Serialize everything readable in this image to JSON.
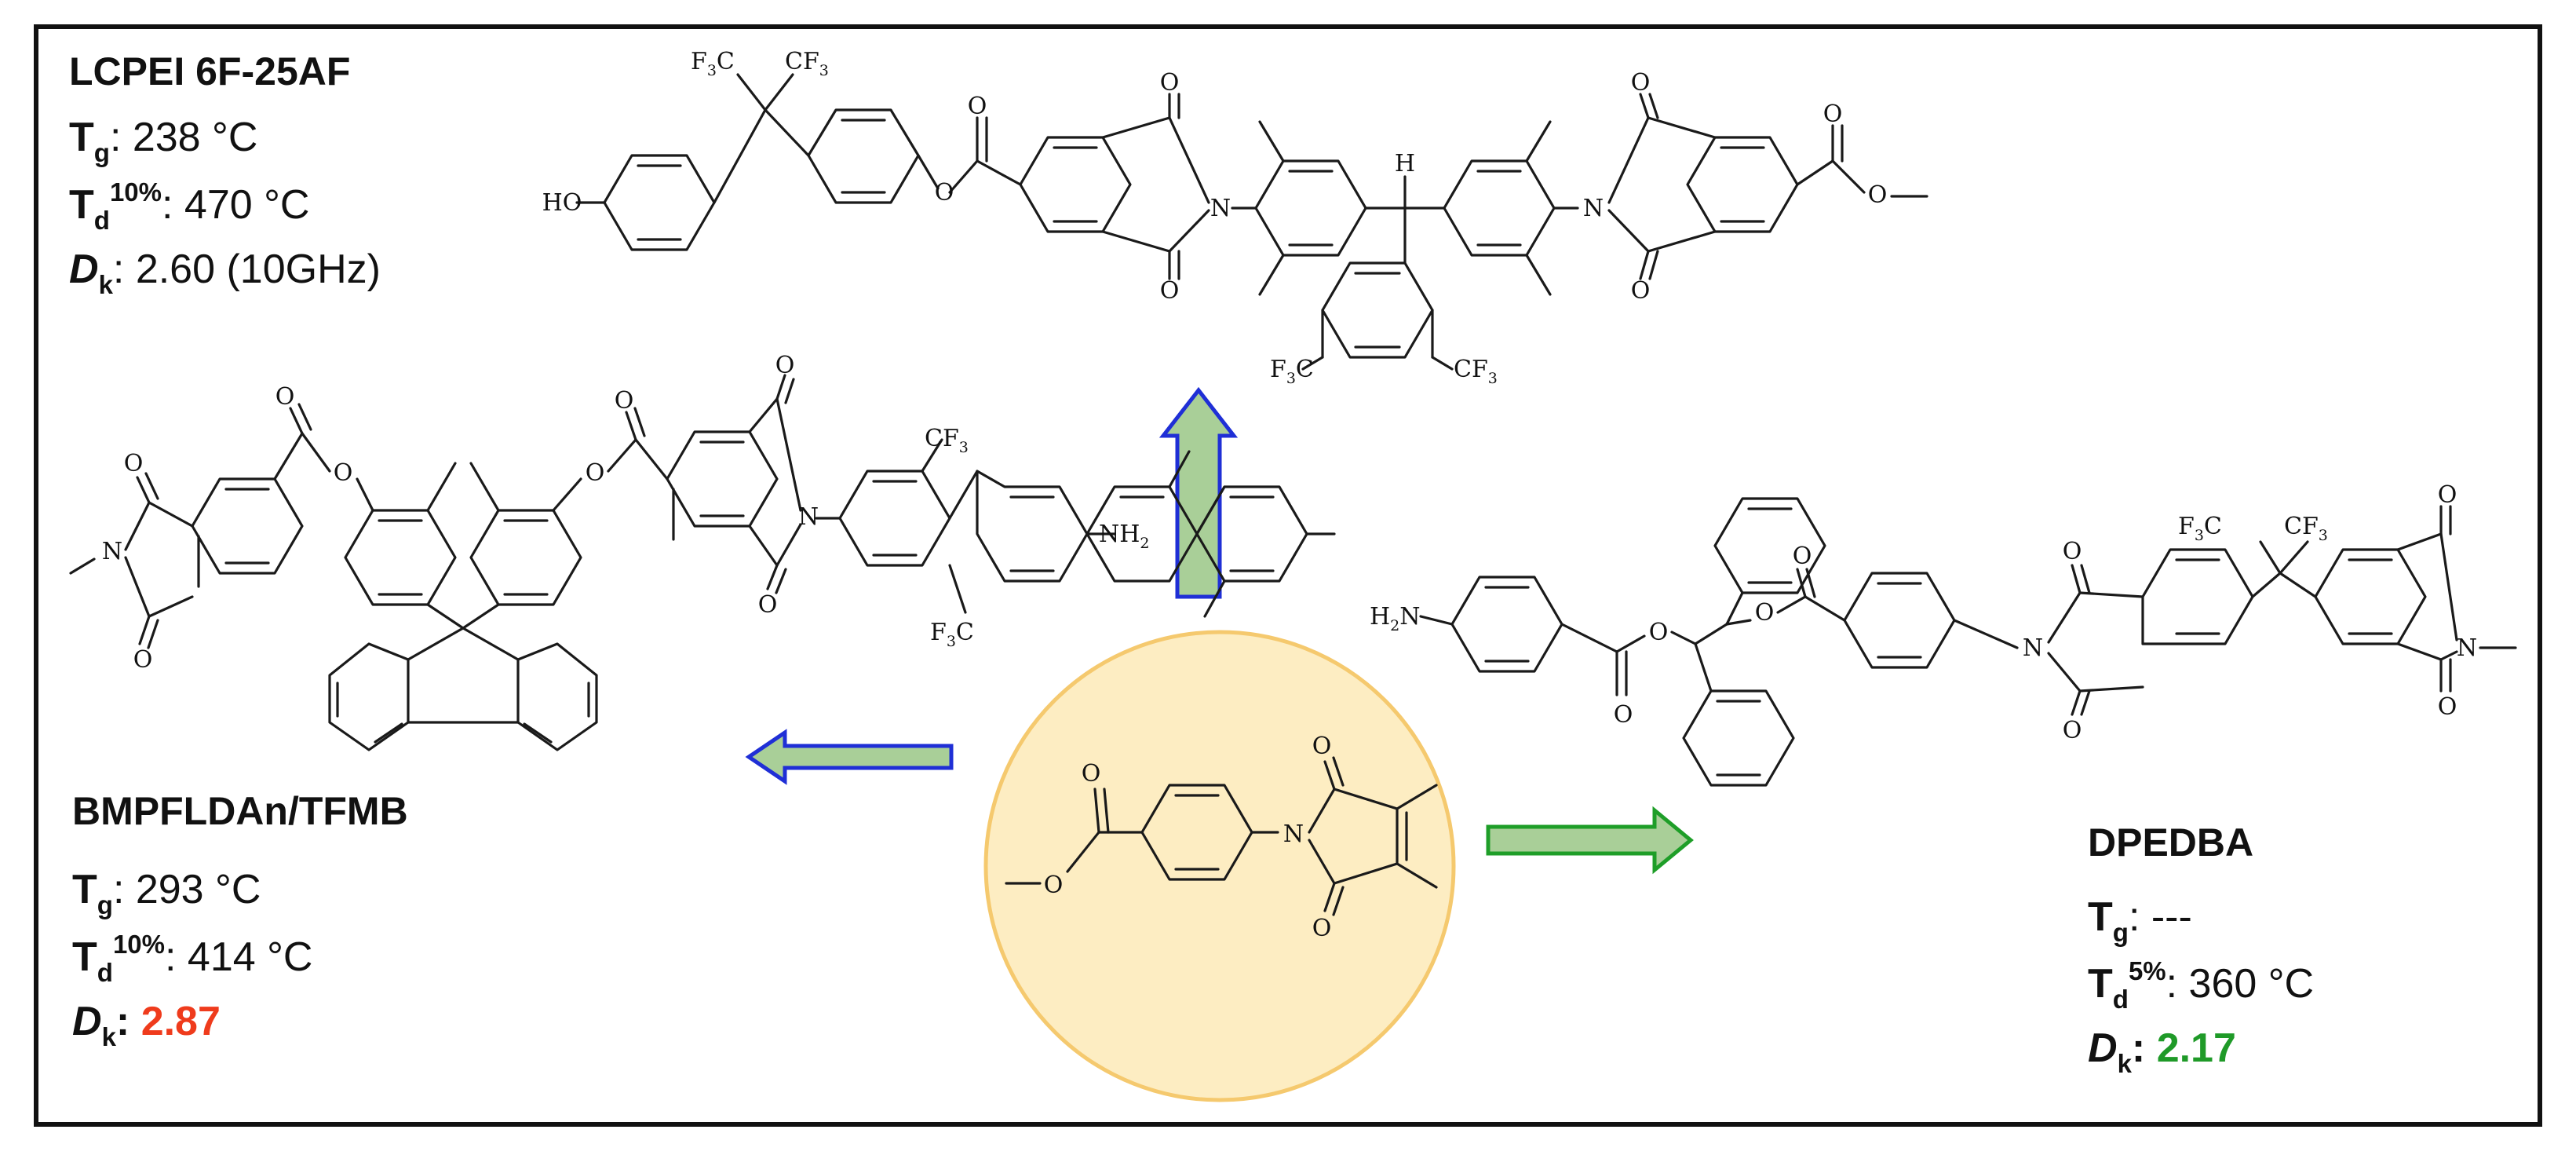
{
  "colors": {
    "frame": "#111111",
    "core_circle_fill": "#fdedc2",
    "core_circle_stroke": "#f5c96e",
    "arrow_fill": "#a9cf98",
    "arrow_up_stroke": "#1f2fd6",
    "arrow_left_stroke": "#1f2fd6",
    "arrow_right_stroke": "#1e9e28",
    "dk_bad": "#ef3b1c",
    "dk_good": "#1f9a28"
  },
  "polymers": {
    "lcpei": {
      "name": "LCPEI 6F-25AF",
      "tg_label": "T",
      "tg_sub": "g",
      "tg_value": ": 238 °C",
      "td_label": "T",
      "td_sub": "d",
      "td_sup": "10%",
      "td_value": ": 470 °C",
      "dk_label": "D",
      "dk_sub": "k",
      "dk_value": ": 2.60 (10GHz)"
    },
    "bmpfldan": {
      "name": "BMPFLDAn/TFMB",
      "tg_label": "T",
      "tg_sub": "g",
      "tg_value": ": 293 °C",
      "td_label": "T",
      "td_sub": "d",
      "td_sup": "10%",
      "td_value": ": 414 °C",
      "dk_label": "D",
      "dk_sub": "k",
      "dk_sep": ": ",
      "dk_value": "2.87"
    },
    "dpedba": {
      "name": "DPEDBA",
      "tg_label": "T",
      "tg_sub": "g",
      "tg_value": ": ---",
      "td_label": "T",
      "td_sub": "d",
      "td_sup": "5%",
      "td_value": ": 360 °C",
      "dk_label": "D",
      "dk_sub": "k",
      "dk_sep": ": ",
      "dk_value": "2.17"
    }
  },
  "atoms": {
    "o": "O",
    "n": "N",
    "h": "H",
    "ho": "HO",
    "h2n": "H",
    "h2n_sub": "2",
    "h2n_n": "N",
    "nh2": "NH",
    "nh2_sub": "2",
    "f3c_f": "F",
    "f3c_sub": "3",
    "f3c_c": "C",
    "cf3_cf": "CF",
    "cf3_sub": "3"
  }
}
